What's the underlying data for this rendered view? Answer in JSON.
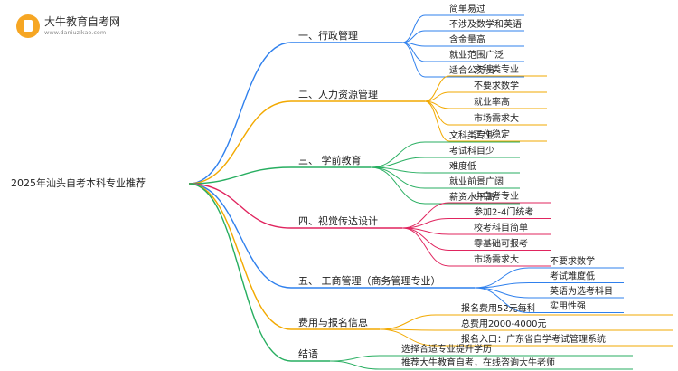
{
  "logo": {
    "name": "大牛教育自考网",
    "url": "www.daniuzikao.com"
  },
  "root": "2025年汕头自考本科专业推荐",
  "branches": [
    {
      "label": "一、行政管理",
      "color": "#2f80ed",
      "items": [
        "简单易过",
        "不涉及数学和英语",
        "含金量高",
        "就业范围广泛",
        "适合公务员"
      ]
    },
    {
      "label": "二、人力资源管理",
      "color": "#f2a900",
      "items": [
        "文科类专业",
        "不要求数学",
        "就业率高",
        "市场需求大",
        "工作稳定"
      ]
    },
    {
      "label": "三、 学前教育",
      "color": "#27ae60",
      "items": [
        "文科类专业",
        "考试科目少",
        "难度低",
        "就业前景广阔",
        "薪资水平高"
      ]
    },
    {
      "label": "四、视觉传达设计",
      "color": "#e0245e",
      "items": [
        "小自考专业",
        "参加2-4门统考",
        "校考科目简单",
        "零基础可报考",
        "市场需求大"
      ]
    },
    {
      "label": "五、 工商管理（商务管理专业）",
      "color": "#2f80ed",
      "items": [
        "不要求数学",
        "考试难度低",
        "英语为选考科目",
        "实用性强"
      ]
    },
    {
      "label": "费用与报名信息",
      "color": "#f2a900",
      "items": [
        "报名费用52元每科",
        "总费用2000-4000元",
        "报名入口：广东省自学考试管理系统"
      ]
    },
    {
      "label": "结语",
      "color": "#27ae60",
      "items": [
        "选择合适专业提升学历",
        "推荐大牛教育自考，在线咨询大牛老师"
      ]
    }
  ]
}
